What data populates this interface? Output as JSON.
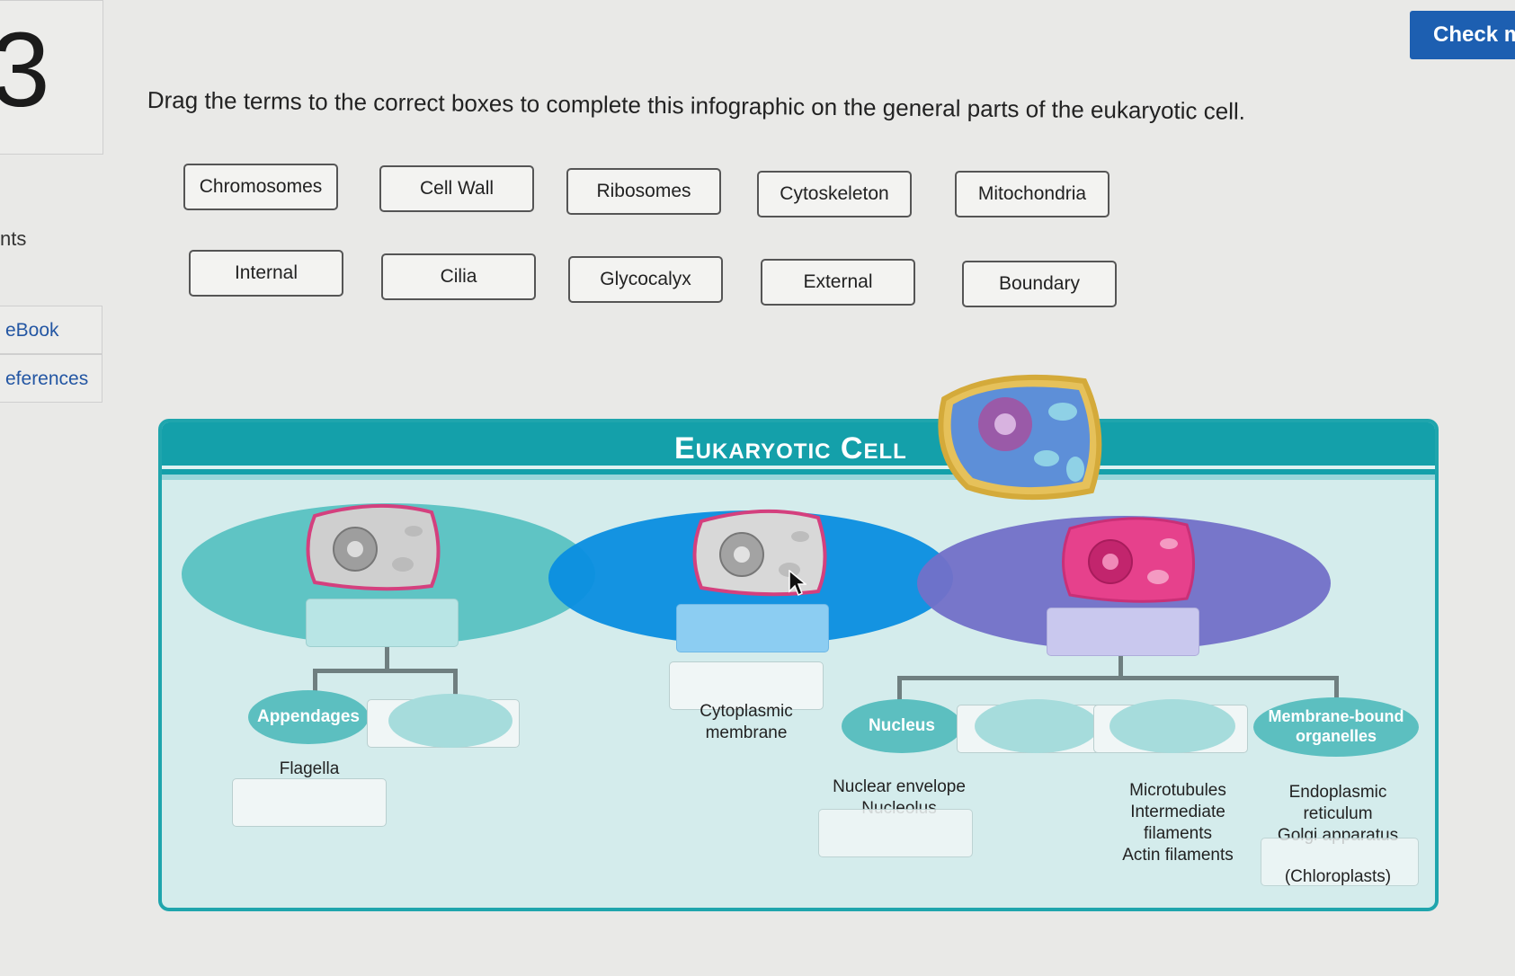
{
  "question": {
    "number": "3",
    "points_label": "nts",
    "ebook_label": "eBook",
    "references_label": "eferences"
  },
  "check_button": {
    "label": "Check m"
  },
  "prompt": "Drag the terms to the correct boxes to complete this infographic on the general parts of the eukaryotic cell.",
  "terms": {
    "row1": [
      "Chromosomes",
      "Cell Wall",
      "Ribosomes",
      "Cytoskeleton",
      "Mitochondria"
    ],
    "row2": [
      "Internal",
      "Cilia",
      "Glycocalyx",
      "External",
      "Boundary"
    ]
  },
  "infographic": {
    "title": "Eukaryotic Cell",
    "appendages_label": "Appendages",
    "flagella_label": "Flagella",
    "cytoplasmic_membrane_label": "Cytoplasmic membrane",
    "nucleus_label": "Nucleus",
    "nucleus_items": [
      "Nuclear envelope",
      "Nucleolus"
    ],
    "cytoskeleton_items": [
      "Microtubules",
      "Intermediate",
      "filaments",
      "Actin filaments"
    ],
    "organelles_label": "Membrane-bound organelles",
    "organelles_items": [
      "Endoplasmic",
      "reticulum",
      "Golgi apparatus",
      "(Chloroplasts)"
    ]
  },
  "colors": {
    "banner": "#14a0aa",
    "external_oval": "#5fc4c4",
    "boundary_oval": "#0a8ee0",
    "internal_oval": "#7270c8",
    "check_button": "#1d5fb1"
  }
}
